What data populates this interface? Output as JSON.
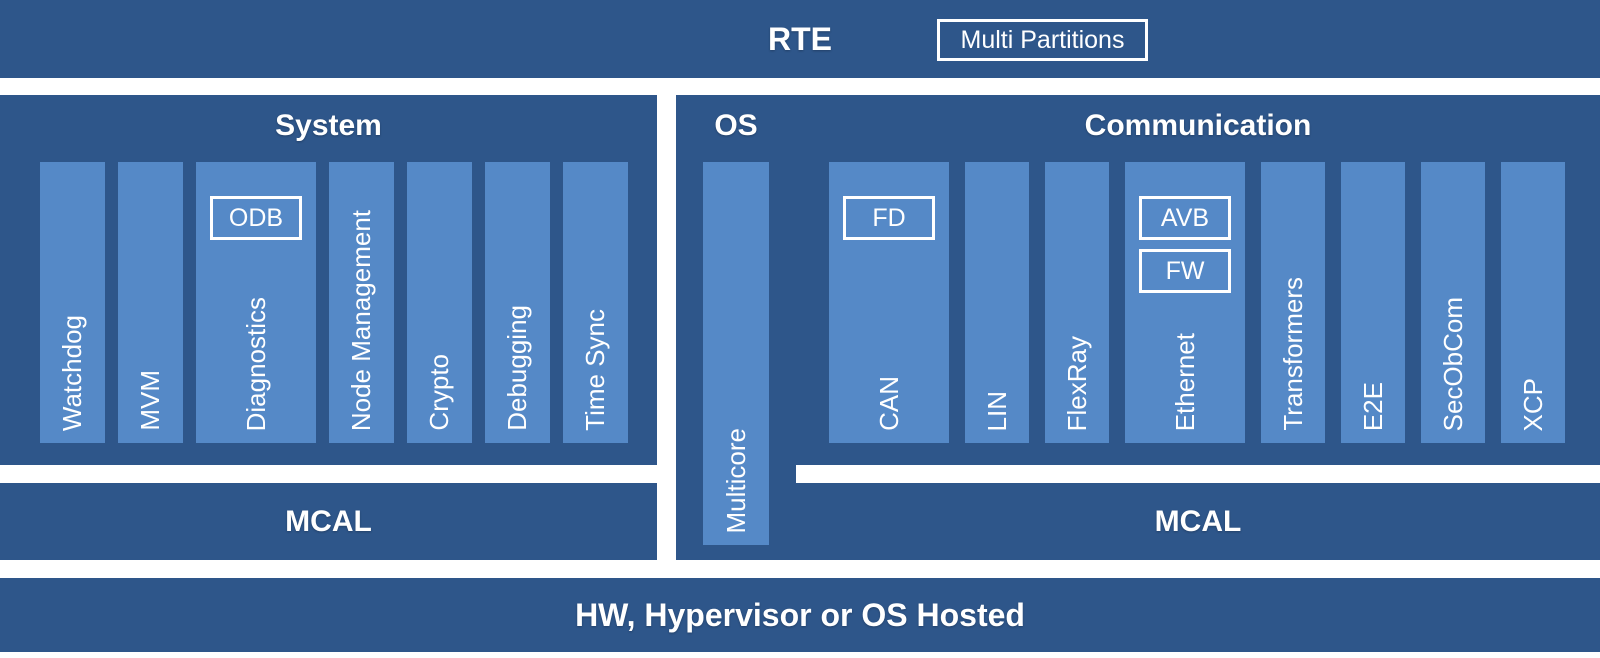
{
  "colors": {
    "layer_dark_blue": "#2e568a",
    "module_light_blue": "#5589c7",
    "text_white": "#ffffff",
    "background_white": "#ffffff"
  },
  "top_bar": {
    "title": "RTE",
    "badge": "Multi Partitions"
  },
  "panels": {
    "system": {
      "title": "System",
      "bars": [
        {
          "label": "Watchdog"
        },
        {
          "label": "MVM"
        },
        {
          "label": "Diagnostics",
          "wide": true,
          "boxes": [
            "ODB"
          ]
        },
        {
          "label": "Node Management"
        },
        {
          "label": "Crypto"
        },
        {
          "label": "Debugging"
        },
        {
          "label": "Time Sync"
        }
      ]
    },
    "os": {
      "title": "OS",
      "bars": [
        {
          "label": "Multicore"
        }
      ]
    },
    "communication": {
      "title": "Communication",
      "bars": [
        {
          "label": "CAN",
          "wide": true,
          "boxes": [
            "FD"
          ]
        },
        {
          "label": "LIN"
        },
        {
          "label": "FlexRay"
        },
        {
          "label": "Ethernet",
          "wide": true,
          "boxes": [
            "AVB",
            "FW"
          ]
        },
        {
          "label": "Transformers"
        },
        {
          "label": "E2E"
        },
        {
          "label": "SecObCom"
        },
        {
          "label": "XCP"
        }
      ]
    }
  },
  "mcal_left": {
    "label": "MCAL"
  },
  "mcal_right": {
    "label": "MCAL"
  },
  "bottom_bar": {
    "label": "HW, Hypervisor or OS Hosted"
  }
}
